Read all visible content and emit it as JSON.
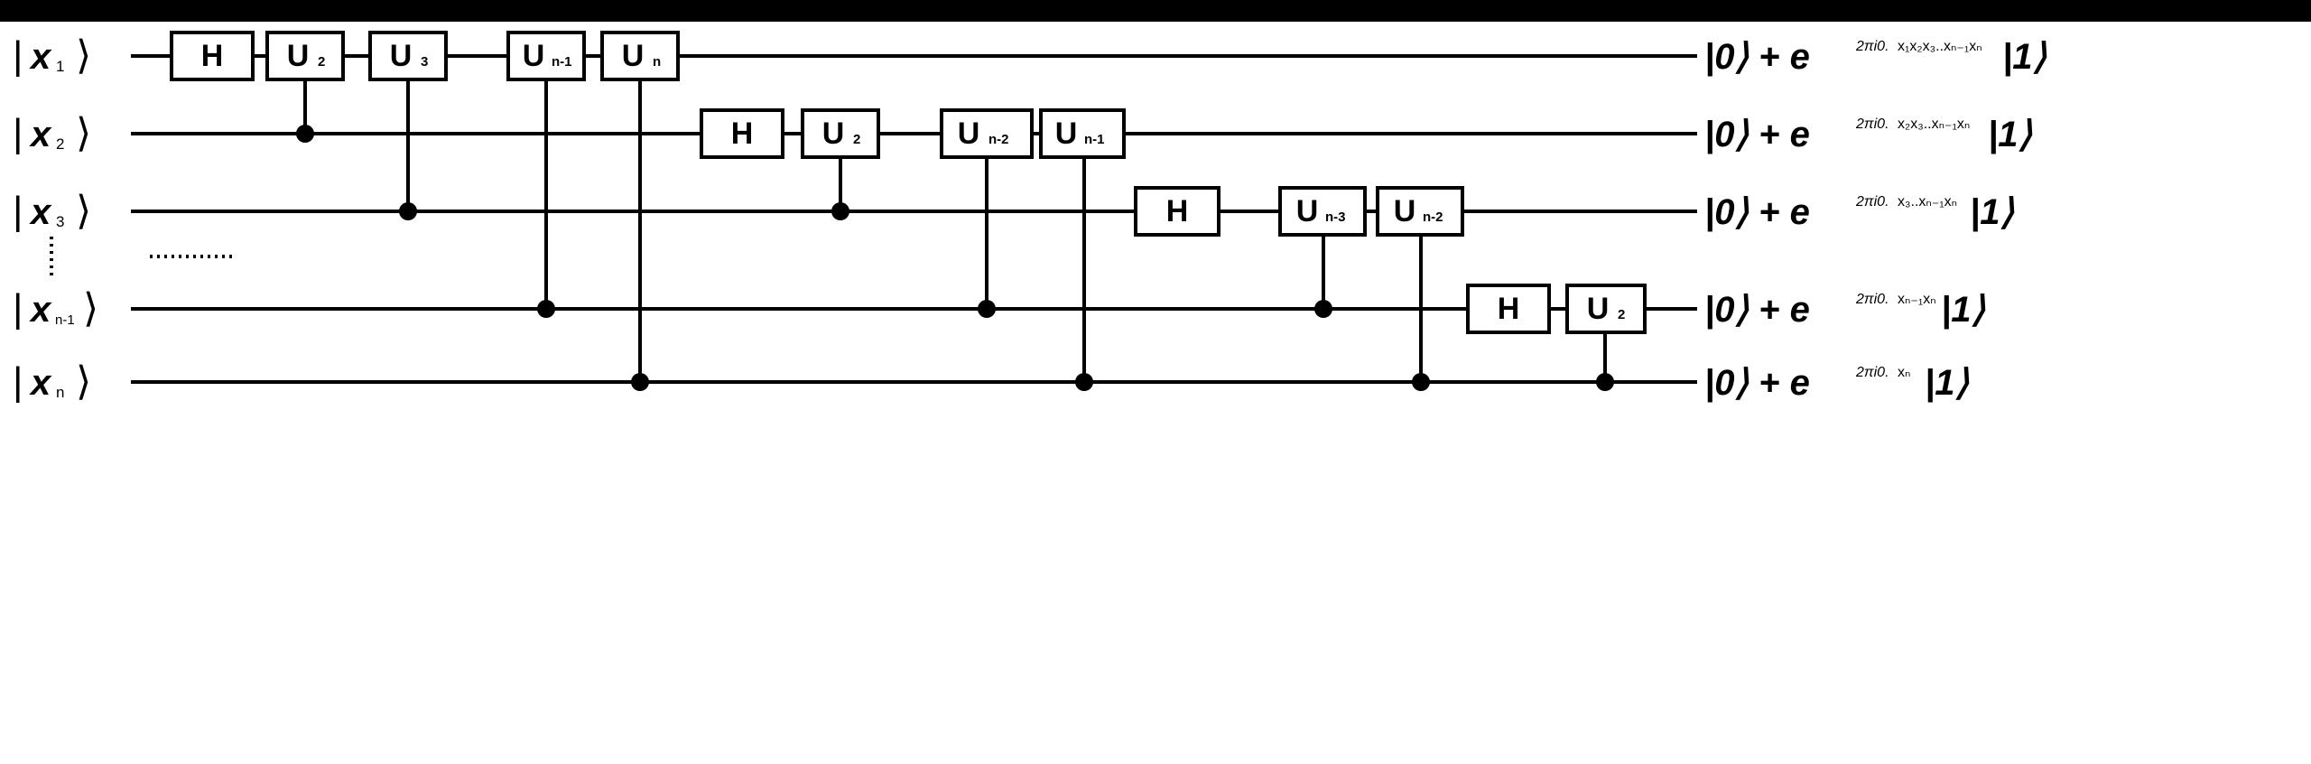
{
  "colors": {
    "background": "#ffffff",
    "frame": "#000000",
    "ink": "#000000"
  },
  "inputs": [
    {
      "name": "x",
      "sub": "1"
    },
    {
      "name": "x",
      "sub": "2"
    },
    {
      "name": "x",
      "sub": "3"
    },
    {
      "name": "x",
      "sub": "n-1"
    },
    {
      "name": "x",
      "sub": "n"
    }
  ],
  "ket_open": "|",
  "ket_close": "⟩",
  "gates": {
    "H": "H",
    "U": "U",
    "subs": {
      "u2": "2",
      "u3": "3",
      "un1": "n-1",
      "un": "n",
      "un2": "n-2",
      "un3": "n-3"
    }
  },
  "outputs": {
    "prefix": "|0⟩ + e",
    "exp_base": "2πi0.",
    "suffix": "|1⟩",
    "rows": [
      {
        "exponent": "x₁x₂x₃..xₙ₋₁xₙ"
      },
      {
        "exponent": "x₂x₃..xₙ₋₁xₙ"
      },
      {
        "exponent": "x₃..xₙ₋₁xₙ"
      },
      {
        "exponent": "xₙ₋₁xₙ"
      },
      {
        "exponent": "xₙ"
      }
    ]
  }
}
